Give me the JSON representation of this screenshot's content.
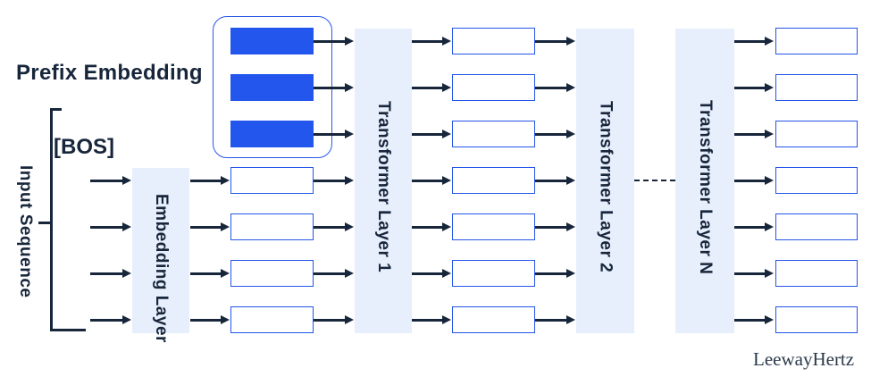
{
  "labels": {
    "title": "Prefix Embedding",
    "bos": "[BOS]",
    "input_sequence": "Input Sequence",
    "embedding_layer": "Embedding Layer",
    "transformer_layer_1": "Transformer Layer 1",
    "transformer_layer_2": "Transformer Layer 2",
    "transformer_layer_n": "Transformer Layer N",
    "watermark": "LeewayHertz"
  },
  "structure": {
    "prefix_token_count": 3,
    "input_token_count": 4,
    "token_rows": 7,
    "skipped_layers_indicator": "dotted-line"
  },
  "colors": {
    "prefix_token_fill": "#2356EC",
    "token_border": "#2355E8",
    "layer_column_bg": "#E7EEFC",
    "ink": "#17263B",
    "watermark_ink": "#2B3A4A"
  }
}
